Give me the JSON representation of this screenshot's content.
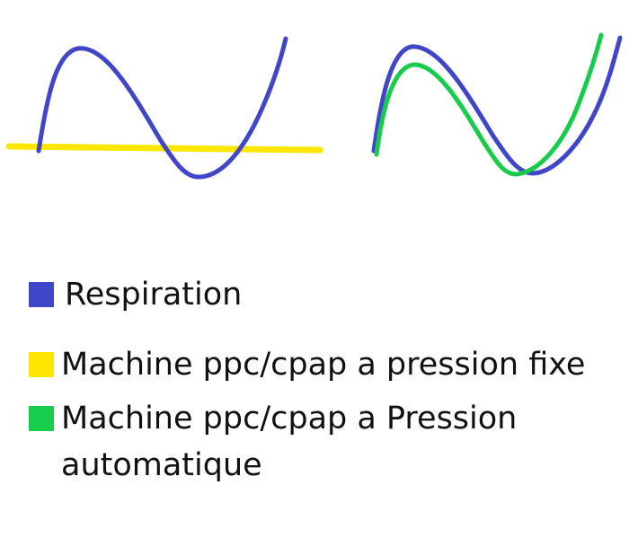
{
  "colors": {
    "respiration": "#3f46c8",
    "fixed_pressure": "#ffe600",
    "auto_pressure": "#16cc4a"
  },
  "legend": [
    {
      "key": "respiration",
      "label": "Respiration"
    },
    {
      "key": "fixed_pressure",
      "label": "Machine ppc/cpap a pression fixe"
    },
    {
      "key": "auto_pressure",
      "label": "Machine ppc/cpap a Pression automatique"
    }
  ]
}
